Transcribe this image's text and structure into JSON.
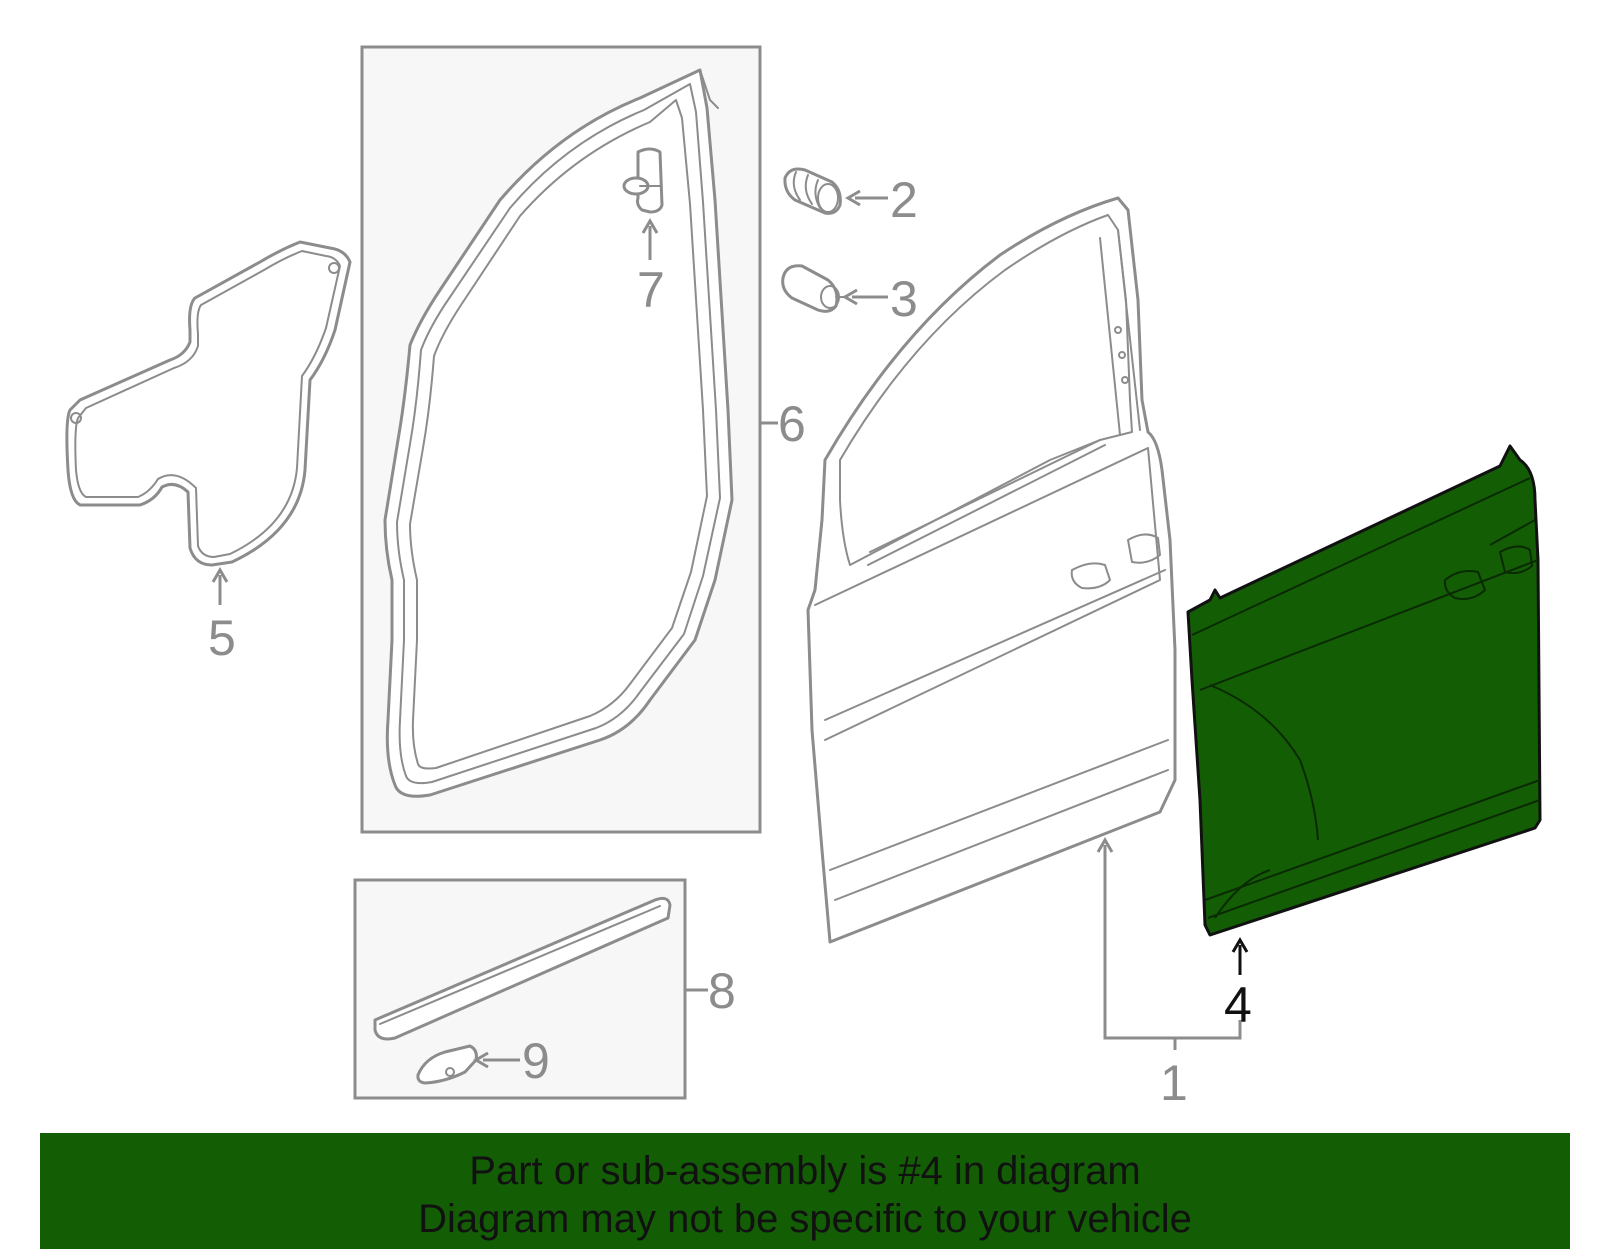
{
  "colors": {
    "highlight": "#135e05",
    "outline": "#8c8c8c",
    "box_fill": "#f7f7f7",
    "text_dark": "#111111"
  },
  "highlighted_part": "4",
  "callouts": {
    "c1": "1",
    "c2": "2",
    "c3": "3",
    "c4": "4",
    "c5": "5",
    "c6": "6",
    "c7": "7",
    "c8": "8",
    "c9": "9"
  },
  "banner": {
    "line1": "Part or sub-assembly is #4 in diagram",
    "line2": "Diagram may not be specific to your vehicle"
  }
}
